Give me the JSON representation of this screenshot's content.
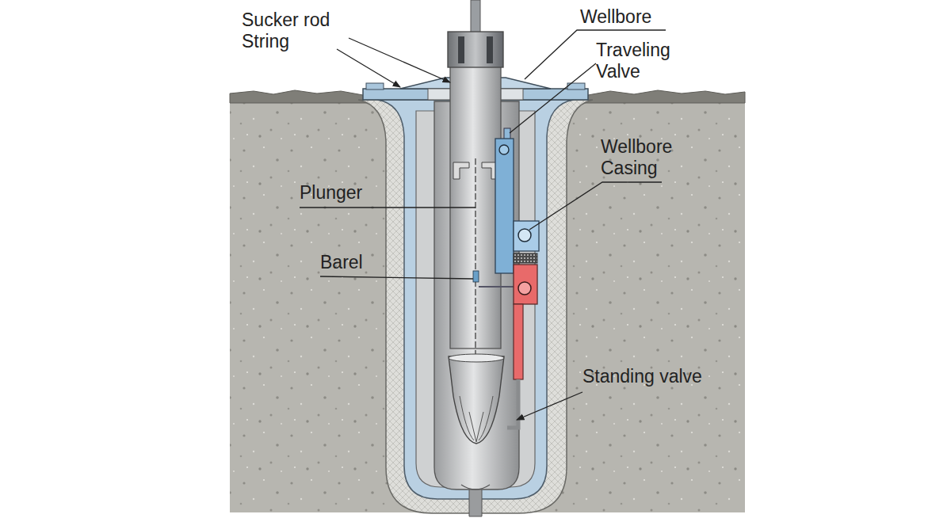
{
  "diagram": {
    "labels": [
      "Sucker rod String",
      "Wellbore",
      "Traveling Valve",
      "Wellbore Casing",
      "Plunger",
      "Barel",
      "Standing valve"
    ]
  }
}
